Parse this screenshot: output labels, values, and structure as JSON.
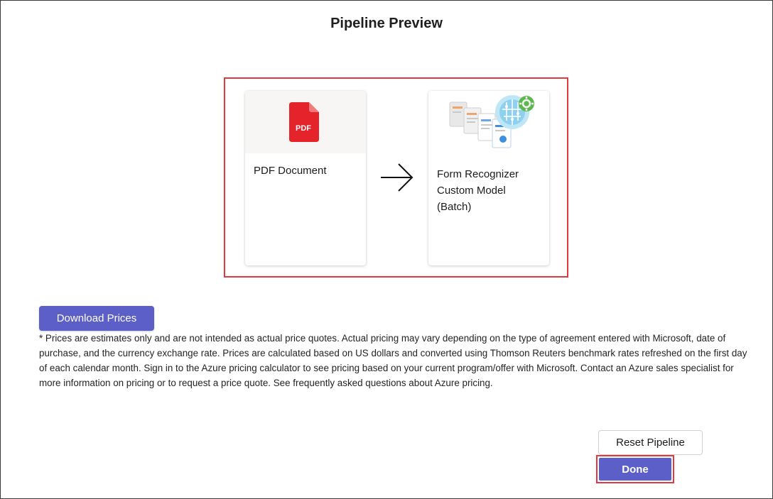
{
  "header": {
    "title": "Pipeline Preview"
  },
  "pipeline": {
    "steps": [
      {
        "label": "PDF Document",
        "icon": "pdf-file-icon",
        "icon_text": "PDF"
      },
      {
        "label": "Form Recognizer Custom Model (Batch)",
        "label_lines": [
          "Form Recognizer",
          "Custom Model",
          "(Batch)"
        ],
        "icon": "form-recognizer-icon"
      }
    ],
    "connector": "arrow-right-icon"
  },
  "pricing": {
    "download_label": "Download Prices",
    "disclaimer": "* Prices are estimates only and are not intended as actual price quotes. Actual pricing may vary depending on the type of agreement entered with Microsoft, date of purchase, and the currency exchange rate. Prices are calculated based on US dollars and converted using Thomson Reuters benchmark rates refreshed on the first day of each calendar month. Sign in to the Azure pricing calculator to see pricing based on your current program/offer with Microsoft. Contact an Azure sales specialist for more information on pricing or to request a price quote. See frequently asked questions about Azure pricing."
  },
  "actions": {
    "reset_label": "Reset Pipeline",
    "done_label": "Done"
  },
  "colors": {
    "accent": "#5b5fc7",
    "highlight": "#e0393e",
    "pdf_red": "#e5232a"
  }
}
